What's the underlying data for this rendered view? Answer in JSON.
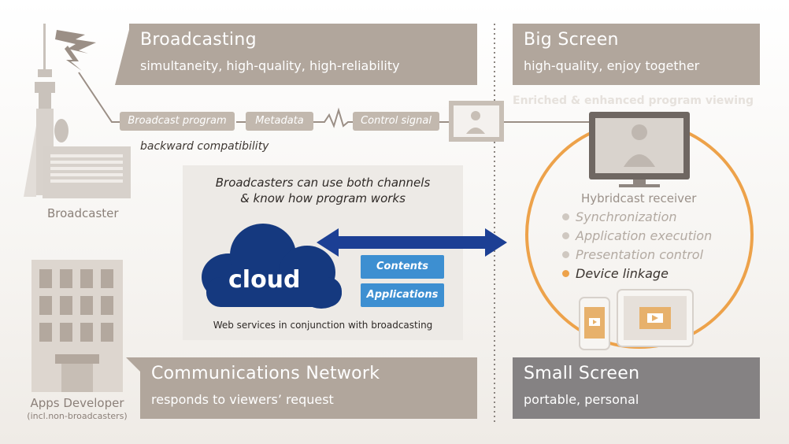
{
  "broadcasting": {
    "title": "Broadcasting",
    "subtitle": "simultaneity, high-quality, high-reliability"
  },
  "big_screen": {
    "title": "Big Screen",
    "subtitle": "high-quality, enjoy together",
    "caption": "Enriched & enhanced program viewing"
  },
  "signals": {
    "program": "Broadcast program",
    "metadata": "Metadata",
    "control": "Control signal",
    "compat": "backward compatibility"
  },
  "broadcaster": {
    "label": "Broadcaster"
  },
  "center": {
    "line1": "Broadcasters can use both channels",
    "line2": "& know how program works",
    "cloud": "cloud",
    "contents": "Contents",
    "applications": "Applications",
    "footer": "Web services  in conjunction with broadcasting"
  },
  "receiver": {
    "title": "Hybridcast receiver",
    "features": [
      {
        "label": "Synchronization",
        "highlight": false
      },
      {
        "label": "Application execution",
        "highlight": false
      },
      {
        "label": "Presentation control",
        "highlight": false
      },
      {
        "label": "Device linkage",
        "highlight": true
      }
    ]
  },
  "apps_dev": {
    "label": "Apps Developer",
    "sub": "(incl.non-broadcasters)"
  },
  "comm": {
    "title": "Communications Network",
    "subtitle": "responds to viewers’ request"
  },
  "small_screen": {
    "title": "Small Screen",
    "subtitle": "portable, personal"
  },
  "colors": {
    "section_box": "#b1a69c",
    "small_screen_box": "#858283",
    "arrow": "#1c3f94",
    "cloud": "#15397f",
    "button": "#3d8fd1",
    "ring": "#eda24a"
  }
}
